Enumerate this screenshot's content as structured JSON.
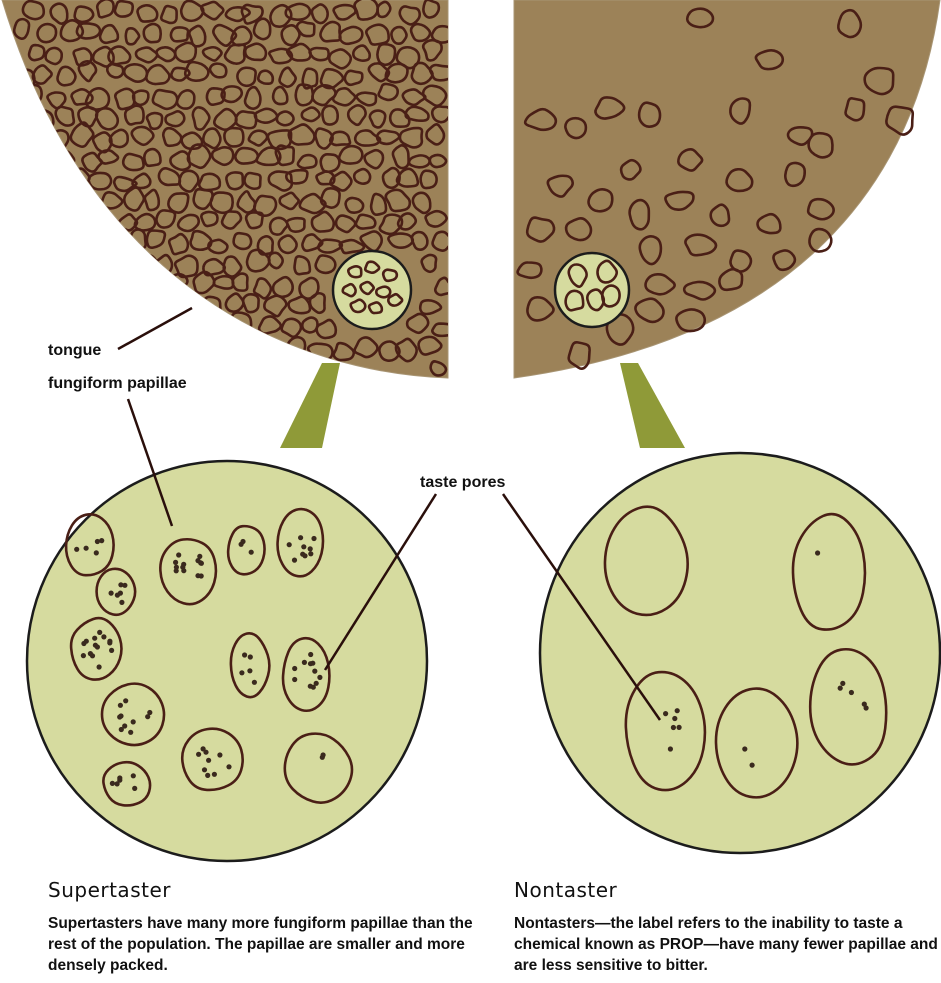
{
  "labels": {
    "tongue": "tongue",
    "fungiform_papillae": "fungiform papillae",
    "taste_pores": "taste pores"
  },
  "supertaster": {
    "title": "Supertaster",
    "description": "Supertasters have many more fungiform papillae than the rest of the population. The papillae are smaller and more densely packed."
  },
  "nontaster": {
    "title": "Nontaster",
    "description": "Nontasters—the label refers to the inability to taste a chemical known as PROP—have many fewer papillae and are less sensitive to bitter."
  },
  "colors": {
    "tongue": "#9c8258",
    "papilla_outline": "#4a1f16",
    "magnified_fill": "#d6db9f",
    "connector": "#8f9a38",
    "pore": "#3a2a1e"
  }
}
